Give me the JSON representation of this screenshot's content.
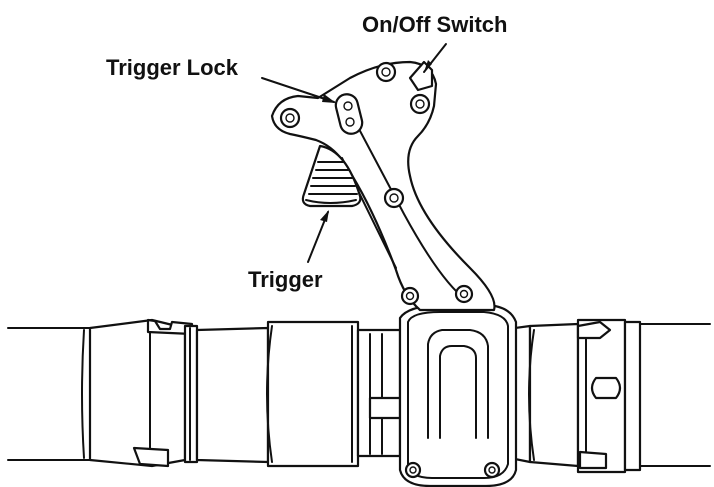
{
  "labels": {
    "on_off_switch": "On/Off Switch",
    "trigger_lock": "Trigger Lock",
    "trigger": "Trigger"
  },
  "colors": {
    "line": "#111111",
    "background": "#ffffff"
  }
}
